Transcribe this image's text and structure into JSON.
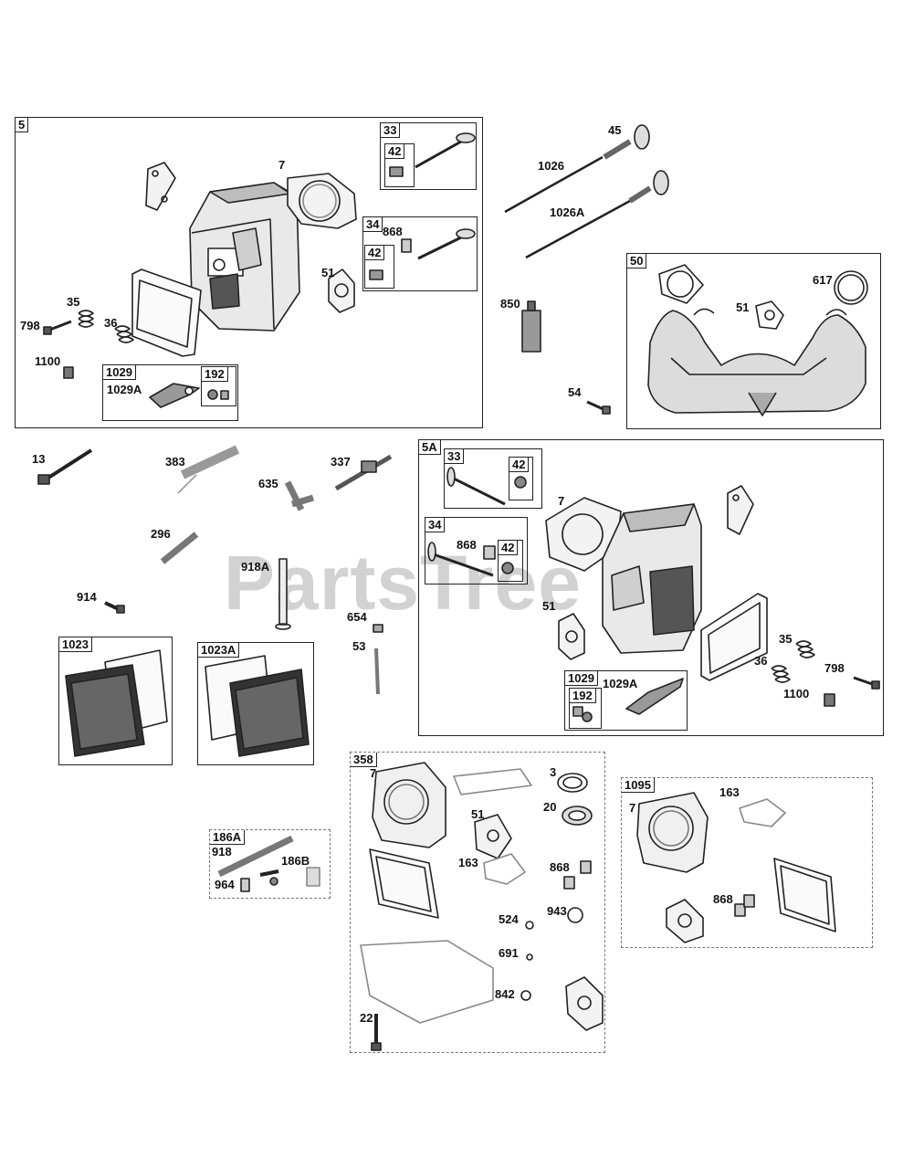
{
  "watermark": "PartsTree",
  "groups": {
    "g5": "5",
    "g33a": "33",
    "g42a": "42",
    "g34a": "34",
    "g42b": "42",
    "g1029a": "1029",
    "g192a": "192",
    "g50": "50",
    "g5A": "5A",
    "g33b": "33",
    "g42c": "42",
    "g34b": "34",
    "g42d": "42",
    "g1029b": "1029",
    "g192b": "192",
    "g1023": "1023",
    "g1023A": "1023A",
    "g186A": "186A",
    "g358": "358",
    "g1095": "1095"
  },
  "labels": {
    "l7a": "7",
    "l868a": "868",
    "l51a": "51",
    "l35a": "35",
    "l798a": "798",
    "l36a": "36",
    "l1100a": "1100",
    "l1029Aa": "1029A",
    "l45": "45",
    "l1026": "1026",
    "l1026A": "1026A",
    "l850": "850",
    "l54": "54",
    "l51b": "51",
    "l617": "617",
    "l13": "13",
    "l383": "383",
    "l337": "337",
    "l635": "635",
    "l296": "296",
    "l918A": "918A",
    "l914": "914",
    "l654": "654",
    "l53": "53",
    "l7b": "7",
    "l868b": "868",
    "l51c": "51",
    "l35b": "35",
    "l36b": "36",
    "l798b": "798",
    "l1100b": "1100",
    "l1029Ab": "1029A",
    "l918": "918",
    "l186B": "186B",
    "l964": "964",
    "l7c": "7",
    "l3": "3",
    "l20": "20",
    "l51d": "51",
    "l163a": "163",
    "l868c": "868",
    "l524": "524",
    "l943": "943",
    "l691": "691",
    "l842": "842",
    "l22": "22",
    "l7d": "7",
    "l163b": "163",
    "l868d": "868"
  },
  "icons": [
    "cylinder-head-icon",
    "valve-icon",
    "gasket-icon",
    "spring-icon",
    "bolt-icon",
    "rocker-arm-icon",
    "valve-cover-icon",
    "intake-manifold-icon",
    "push-rod-icon",
    "sealant-tube-icon",
    "spark-plug-icon"
  ]
}
